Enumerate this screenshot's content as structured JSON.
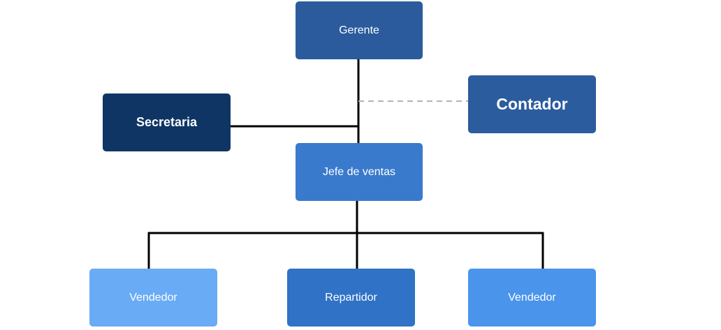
{
  "org_chart": {
    "nodes": {
      "gerente": {
        "label": "Gerente",
        "color": "#2b5b9c"
      },
      "secretaria": {
        "label": "Secretaria",
        "color": "#0f3565"
      },
      "contador": {
        "label": "Contador",
        "color": "#2b5c9d"
      },
      "jefe": {
        "label": "Jefe de ventas",
        "color": "#3a7acc"
      },
      "vendedor_1": {
        "label": "Vendedor",
        "color": "#6aabf5"
      },
      "repartidor": {
        "label": "Repartidor",
        "color": "#3072c6"
      },
      "vendedor_2": {
        "label": "Vendedor",
        "color": "#4a94ec"
      }
    },
    "connector_color": "#000000",
    "dashed_connector_color": "#b3b3b3"
  }
}
